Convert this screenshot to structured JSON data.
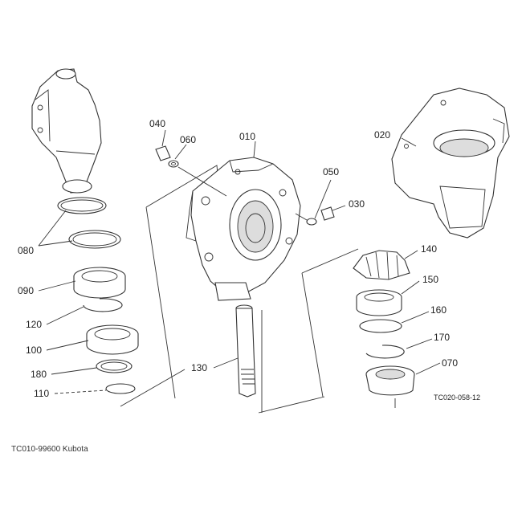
{
  "diagram": {
    "callouts": {
      "p010": "010",
      "p020": "020",
      "p030": "030",
      "p040": "040",
      "p050": "050",
      "p060": "060",
      "p070": "070",
      "p080": "080",
      "p090": "090",
      "p100": "100",
      "p110": "110",
      "p120": "120",
      "p130": "130",
      "p140": "140",
      "p150": "150",
      "p160": "160",
      "p170": "170",
      "p180": "180"
    },
    "drawing_code": "TC020-058-12",
    "footer_code": "TC010-99600 Kubota"
  }
}
